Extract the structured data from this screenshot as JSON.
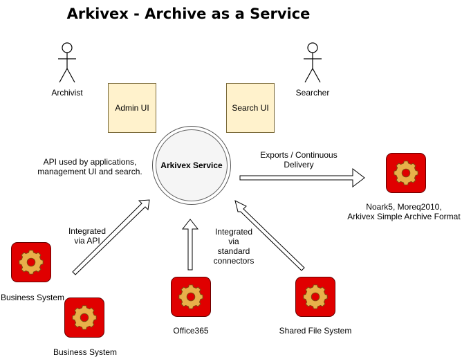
{
  "title": "Arkivex - Archive as a Service",
  "actors": {
    "archivist": "Archivist",
    "searcher": "Searcher"
  },
  "ui_boxes": {
    "admin": "Admin UI",
    "search": "Search UI"
  },
  "service": "Arkivex Service",
  "api_note": [
    "API used by applications,",
    "management UI and search."
  ],
  "exports": {
    "label": [
      "Exports / Continuous",
      "Delivery"
    ],
    "formats": [
      "Noark5, Moreq2010,",
      "Arkivex Simple Archive Format"
    ]
  },
  "integrated_api": [
    "Integrated",
    "via API"
  ],
  "integrated_connectors": [
    "Integrated",
    "via",
    "standard",
    "connectors"
  ],
  "systems": {
    "business1": "Business System",
    "business2": "Business System",
    "office": "Office365",
    "shared": "Shared File System"
  },
  "colors": {
    "ui_fill": "#fff2cc",
    "icon_red": "#e00000",
    "gear": "#e8b04a"
  },
  "icon_name": "gear-icon"
}
